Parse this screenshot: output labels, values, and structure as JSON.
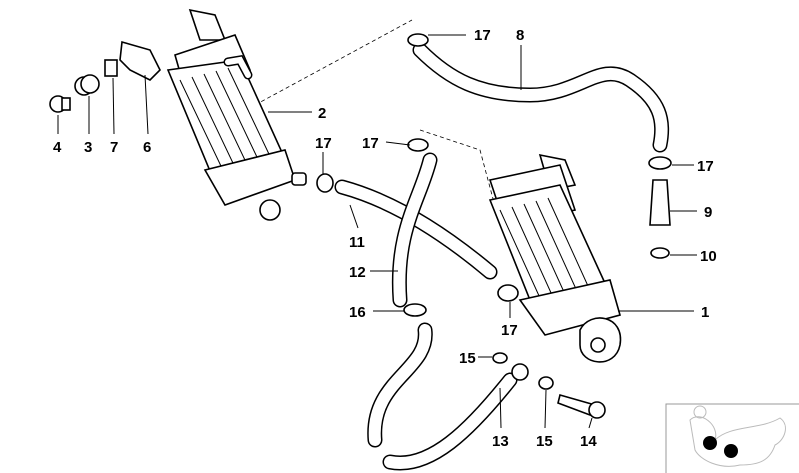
{
  "diagram": {
    "labels": {
      "clamp_top": "17",
      "hose_top": "8",
      "cooler_left": "2",
      "clamp_left": "17",
      "clamp_mid": "17",
      "washer": "4",
      "grommet": "3",
      "nut_clip": "7",
      "bracket": "6",
      "clamp_right": "17",
      "nipple": "9",
      "oring_right": "10",
      "hose_11": "11",
      "hose_12": "12",
      "clamp_16": "16",
      "clamp_bottom": "17",
      "cooler_right": "1",
      "seal_upper": "15",
      "pipe": "13",
      "seal_lower": "15",
      "bolt": "14"
    }
  }
}
